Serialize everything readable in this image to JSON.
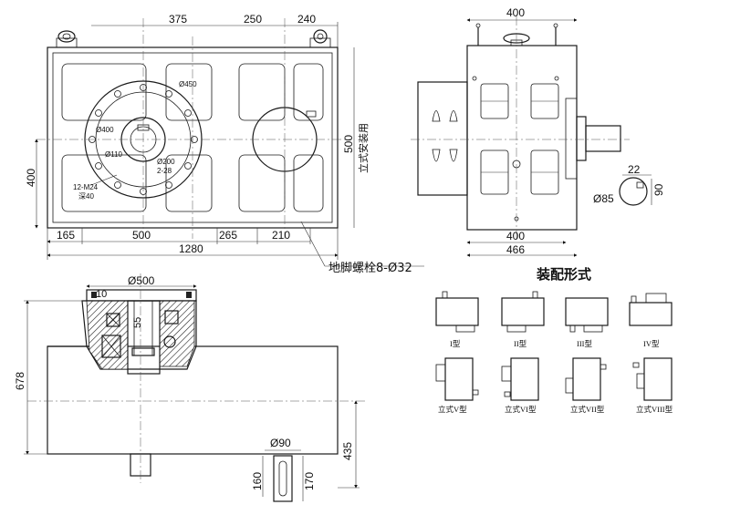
{
  "top_view": {
    "dims_top": [
      "375",
      "250",
      "240"
    ],
    "dims_bottom": [
      "165",
      "500",
      "265",
      "210"
    ],
    "overall_length": "1280",
    "height_left": "400",
    "height_right": "500",
    "vertical_mount_note": "立式安装用",
    "circle_labels": {
      "d450": "Ø450",
      "d400": "Ø400",
      "d110": "Ø110",
      "d200": "Ø200",
      "pcd_2_28": "2-28",
      "thread": "12-M24",
      "depth": "深40"
    },
    "anchor_bolts": "地脚螺栓8-Ø32"
  },
  "side_view": {
    "top_width": "400",
    "bottom_width1": "400",
    "bottom_width2": "466",
    "shaft_d": "Ø85",
    "key_w": "22",
    "key_h": "90"
  },
  "front_view": {
    "top_d": "Ø500",
    "dim_10": "10",
    "dim_55": "55",
    "height": "678",
    "shaft_h": "435",
    "shaft_d": "Ø90",
    "shaft_len1": "160",
    "shaft_len2": "170"
  },
  "assembly": {
    "title": "装配形式",
    "types": [
      "I型",
      "II型",
      "III型",
      "IV型",
      "立式V型",
      "立式VI型",
      "立式VII型",
      "立式VIII型"
    ]
  }
}
